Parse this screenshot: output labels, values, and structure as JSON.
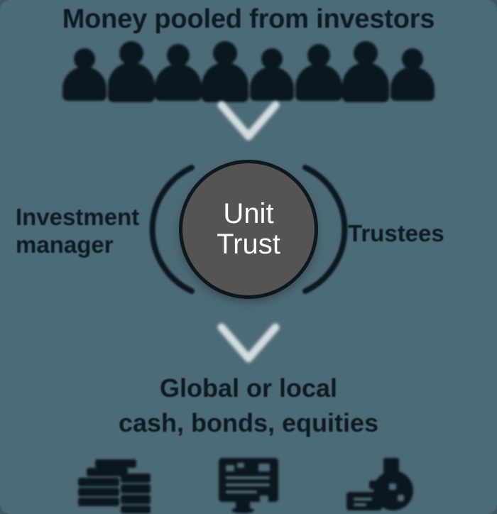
{
  "diagram": {
    "title": "Money pooled from investors",
    "background_color": "#4d6b76",
    "text_color": "#0d1a22",
    "hub": {
      "line1": "Unit",
      "line2": "Trust",
      "fill_color": "#545454",
      "text_color": "#ffffff"
    },
    "left_label": {
      "line1": "Investment",
      "line2": "manager"
    },
    "right_label": "Trustees",
    "caption": {
      "line1": "Global or local",
      "line2": "cash, bonds, equities"
    },
    "investors": [
      {
        "name": "investor-1"
      },
      {
        "name": "investor-2"
      },
      {
        "name": "investor-3"
      },
      {
        "name": "investor-4"
      },
      {
        "name": "investor-5"
      },
      {
        "name": "investor-6"
      },
      {
        "name": "investor-7"
      },
      {
        "name": "investor-8"
      }
    ],
    "assets": [
      {
        "icon": "cash-stack-icon",
        "label": "cash"
      },
      {
        "icon": "bond-certificate-icon",
        "label": "bonds"
      },
      {
        "icon": "equities-icon",
        "label": "equities"
      }
    ],
    "arrows": [
      {
        "icon": "chevron-down-icon",
        "position": "top"
      },
      {
        "icon": "chevron-down-icon",
        "position": "bottom"
      }
    ]
  }
}
